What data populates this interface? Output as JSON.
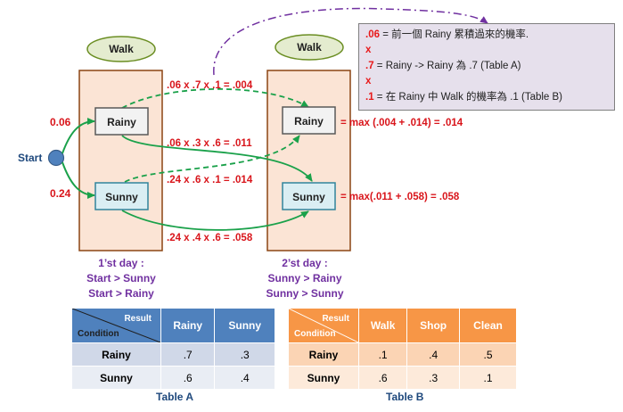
{
  "nodes": {
    "walk_1": "Walk",
    "walk_2": "Walk",
    "rainy_1": "Rainy",
    "sunny_1": "Sunny",
    "rainy_2": "Rainy",
    "sunny_2": "Sunny",
    "start": "Start"
  },
  "initial_probs": {
    "to_rainy": "0.06",
    "to_sunny": "0.24"
  },
  "transitions": {
    "rainy_rainy": ".06 x .7 x .1 = .004",
    "rainy_sunny": ".06 x .3 x .6 = .011",
    "sunny_rainy": ".24 x .6 x .1 = .014",
    "sunny_sunny": ".24 x .4 x .6 = .058"
  },
  "results": {
    "rainy": "= max (.004 + .014) = .014",
    "sunny": "= max(.011 + .058) = .058"
  },
  "day_captions": {
    "day1_title": "1’st day :",
    "day1_line1": "Start > Sunny",
    "day1_line2": "Start > Rainy",
    "day2_title": "2’st day :",
    "day2_line1": "Sunny > Rainy",
    "day2_line2": "Sunny > Sunny"
  },
  "note": {
    "line1_value": ".06",
    "line1_text": " = 前一個 Rainy 累積過來的機率.",
    "line2_op": "x",
    "line3_value": ".7",
    "line3_text": " = Rainy -> Rainy 為 .7 (Table A)",
    "line4_op": "x",
    "line5_value": ".1",
    "line5_text": " = 在 Rainy 中 Walk 的機率為 .1 (Table B)"
  },
  "table_a": {
    "header_result": "Result",
    "header_condition": "Condition",
    "columns": [
      "Rainy",
      "Sunny"
    ],
    "rows": [
      {
        "label": "Rainy",
        "values": [
          ".7",
          ".3"
        ]
      },
      {
        "label": "Sunny",
        "values": [
          ".6",
          ".4"
        ]
      }
    ],
    "caption": "Table A"
  },
  "table_b": {
    "header_result": "Result",
    "header_condition": "Condition",
    "columns": [
      "Walk",
      "Shop",
      "Clean"
    ],
    "rows": [
      {
        "label": "Rainy",
        "values": [
          ".1",
          ".4",
          ".5"
        ]
      },
      {
        "label": "Sunny",
        "values": [
          ".6",
          ".3",
          ".1"
        ]
      }
    ],
    "caption": "Table B"
  },
  "colors": {
    "arrow_green": "#1aa14a",
    "label_red": "#d9151b",
    "caption_purple": "#7030a0",
    "column_fill": "#fbe4d5",
    "column_border": "#8b4513"
  }
}
